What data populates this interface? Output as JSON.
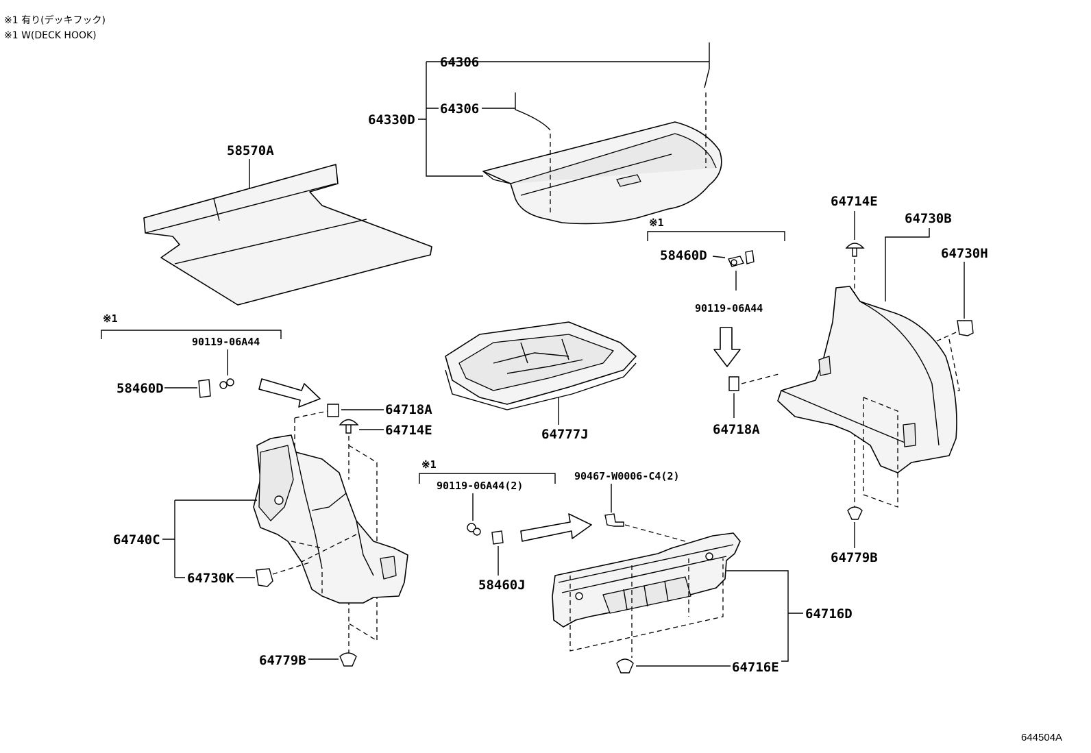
{
  "notes": {
    "line1": "※1 有り(デッキフック)",
    "line2": "※1 W(DECK HOOK)"
  },
  "group_marks": {
    "left": "※1",
    "center_right": "※1",
    "bottom_center": "※1"
  },
  "parts": {
    "p64306_a": "64306",
    "p64306_b": "64306",
    "p64330D": "64330D",
    "p58570A": "58570A",
    "p58460D_right": "58460D",
    "p90119_right": "90119-06A44",
    "p64714E_right": "64714E",
    "p64730B": "64730B",
    "p64730H": "64730H",
    "p64718A_right": "64718A",
    "p64779B_right": "64779B",
    "p90119_left": "90119-06A44",
    "p58460D_left": "58460D",
    "p64718A_left": "64718A",
    "p64714E_left": "64714E",
    "p64777J": "64777J",
    "p64740C": "64740C",
    "p64730K": "64730K",
    "p64779B_left": "64779B",
    "p90119_bottom": "90119-06A44(2)",
    "p90467": "90467-W0006-C4(2)",
    "p58460J": "58460J",
    "p64716D": "64716D",
    "p64716E": "64716E"
  },
  "diagram_code": "644504A"
}
